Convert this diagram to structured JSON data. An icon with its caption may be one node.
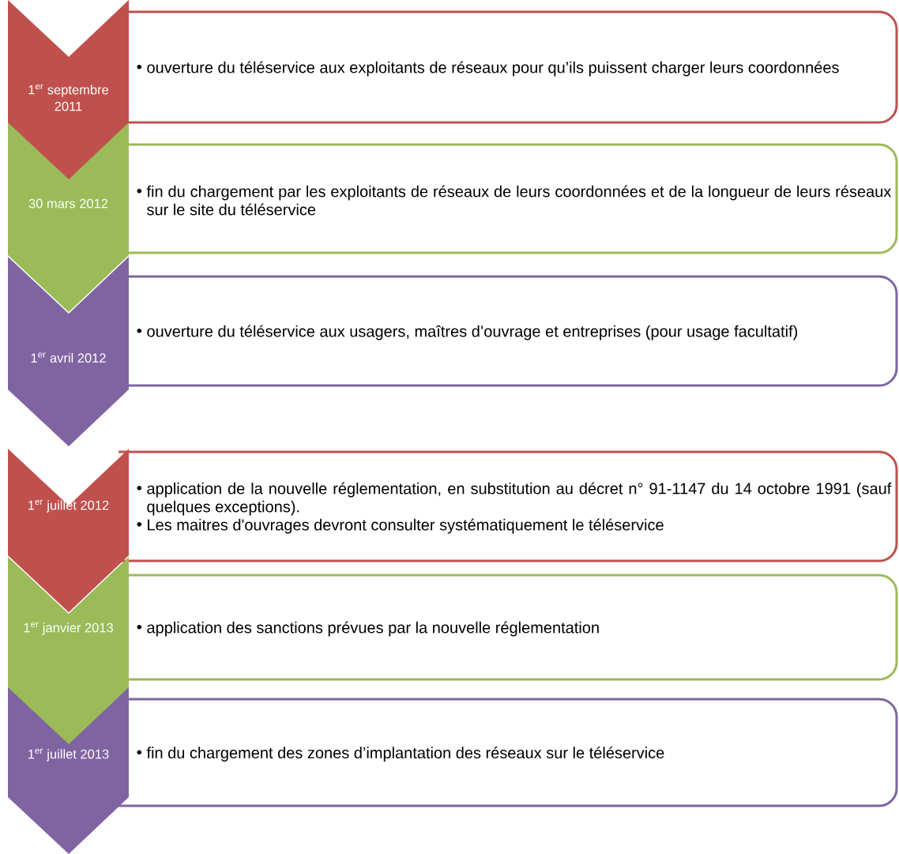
{
  "diagram": {
    "nodes": [
      {
        "text": [
          "1$^{er}$ septembre 2011"
        ]
      },
      {
        "text": [
          "ouverture du téléservice aux exploitants de réseaux pour qu’ils puissent charger leurs coordonnées"
        ]
      },
      {
        "text": [
          "30 mars 2012"
        ]
      },
      {
        "text": [
          "fin du chargement par les exploitants de réseaux de leurs coordonnées et de la longueur de leurs réseaux sur le site du téléservice"
        ]
      },
      {
        "text": [
          "1$^{er}$ avril 2012"
        ]
      },
      {
        "text": [
          "ouverture du téléservice aux usagers, maîtres d’ouvrage et entreprises (pour usage facultatif)"
        ]
      },
      {
        "text": [
          "1$^{er}$ juillet 2012"
        ]
      },
      {
        "text": [
          "application de la nouvelle réglementation, en substitution au décret n° 91-1147 du 14 octobre 1991 (sauf quelques exceptions).",
          "Les maitres d'ouvrages devront consulter systématiquement le téléservice"
        ]
      },
      {
        "text": [
          "1$^{er}$ janvier 2013"
        ]
      },
      {
        "text": [
          "application des sanctions prévues par la nouvelle réglementation"
        ]
      },
      {
        "text": [
          "1$^{er}$ juillet 2013"
        ]
      },
      {
        "text": [
          "fin du chargement des zones d’implantation des réseaux sur le téléservice"
        ]
      }
    ]
  }
}
